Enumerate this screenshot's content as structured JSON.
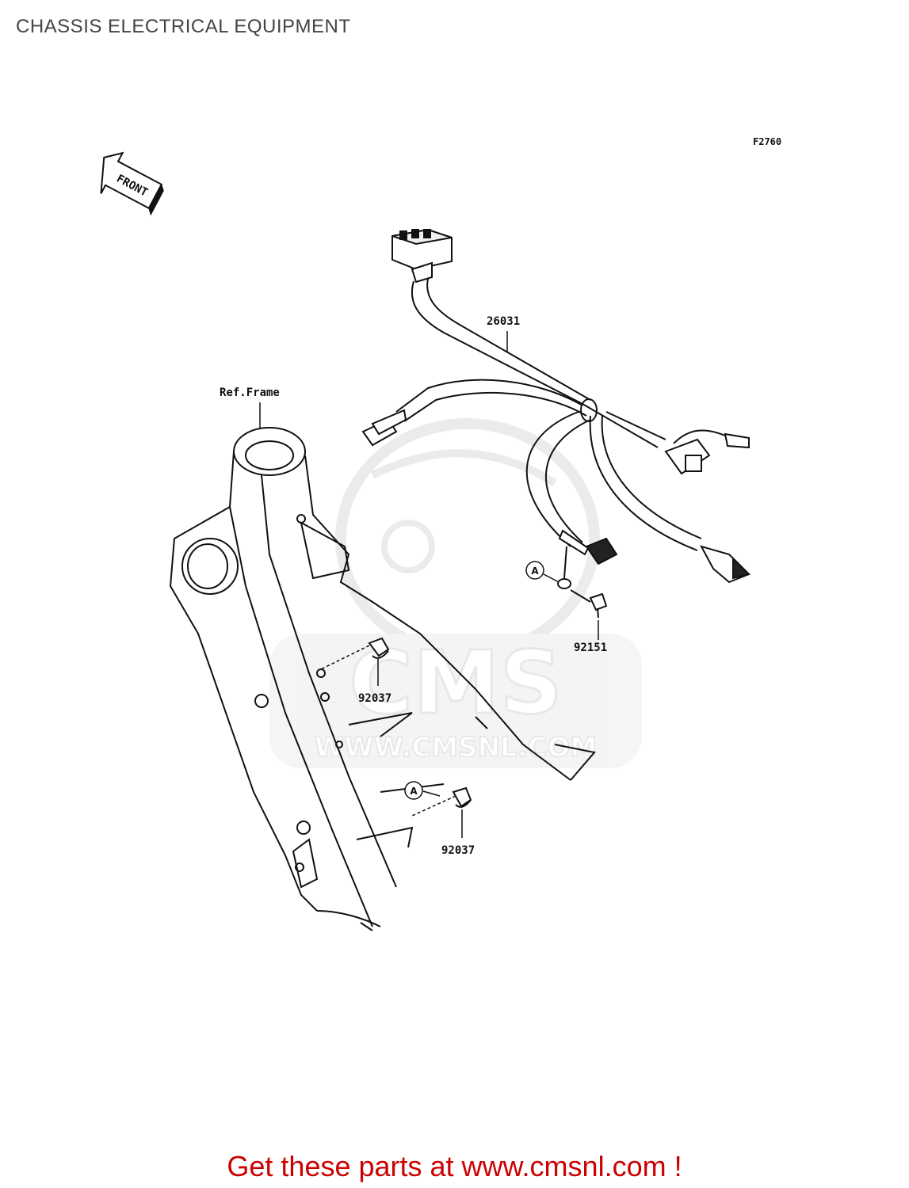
{
  "page": {
    "title": "CHASSIS ELECTRICAL EQUIPMENT",
    "figure_code": "F2760",
    "footer": "Get these parts at www.cmsnl.com !"
  },
  "diagram": {
    "front_arrow_label": "FRONT",
    "ref_frame_label": "Ref.Frame",
    "watermark": {
      "text": "CMS",
      "url": "WWW.CMSNL.COM"
    },
    "parts": [
      {
        "number": "26031"
      },
      {
        "number": "92151"
      },
      {
        "number": "92037"
      },
      {
        "number": "92037"
      }
    ],
    "reference_markers": [
      "A",
      "A"
    ]
  },
  "colors": {
    "footer": "#cc0000",
    "line": "#111111",
    "watermark": "#e6e6e6"
  }
}
